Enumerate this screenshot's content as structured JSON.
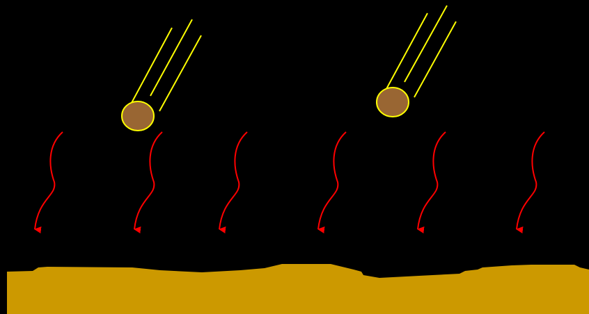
{
  "colors": {
    "background": "#000000",
    "ground_fill": "#CC9900",
    "meteor_fill": "#996633",
    "meteor_outline": "#FFFF00",
    "trail": "#FFFF00",
    "heat_arrow": "#FF0000"
  },
  "diagram": {
    "meteor_count": 2,
    "trail_lines_per_meteor": 3,
    "heat_arrow_count": 6,
    "heat_arrow_icon": "wavy-down-arrow-icon",
    "ground": "rocky-surface"
  }
}
